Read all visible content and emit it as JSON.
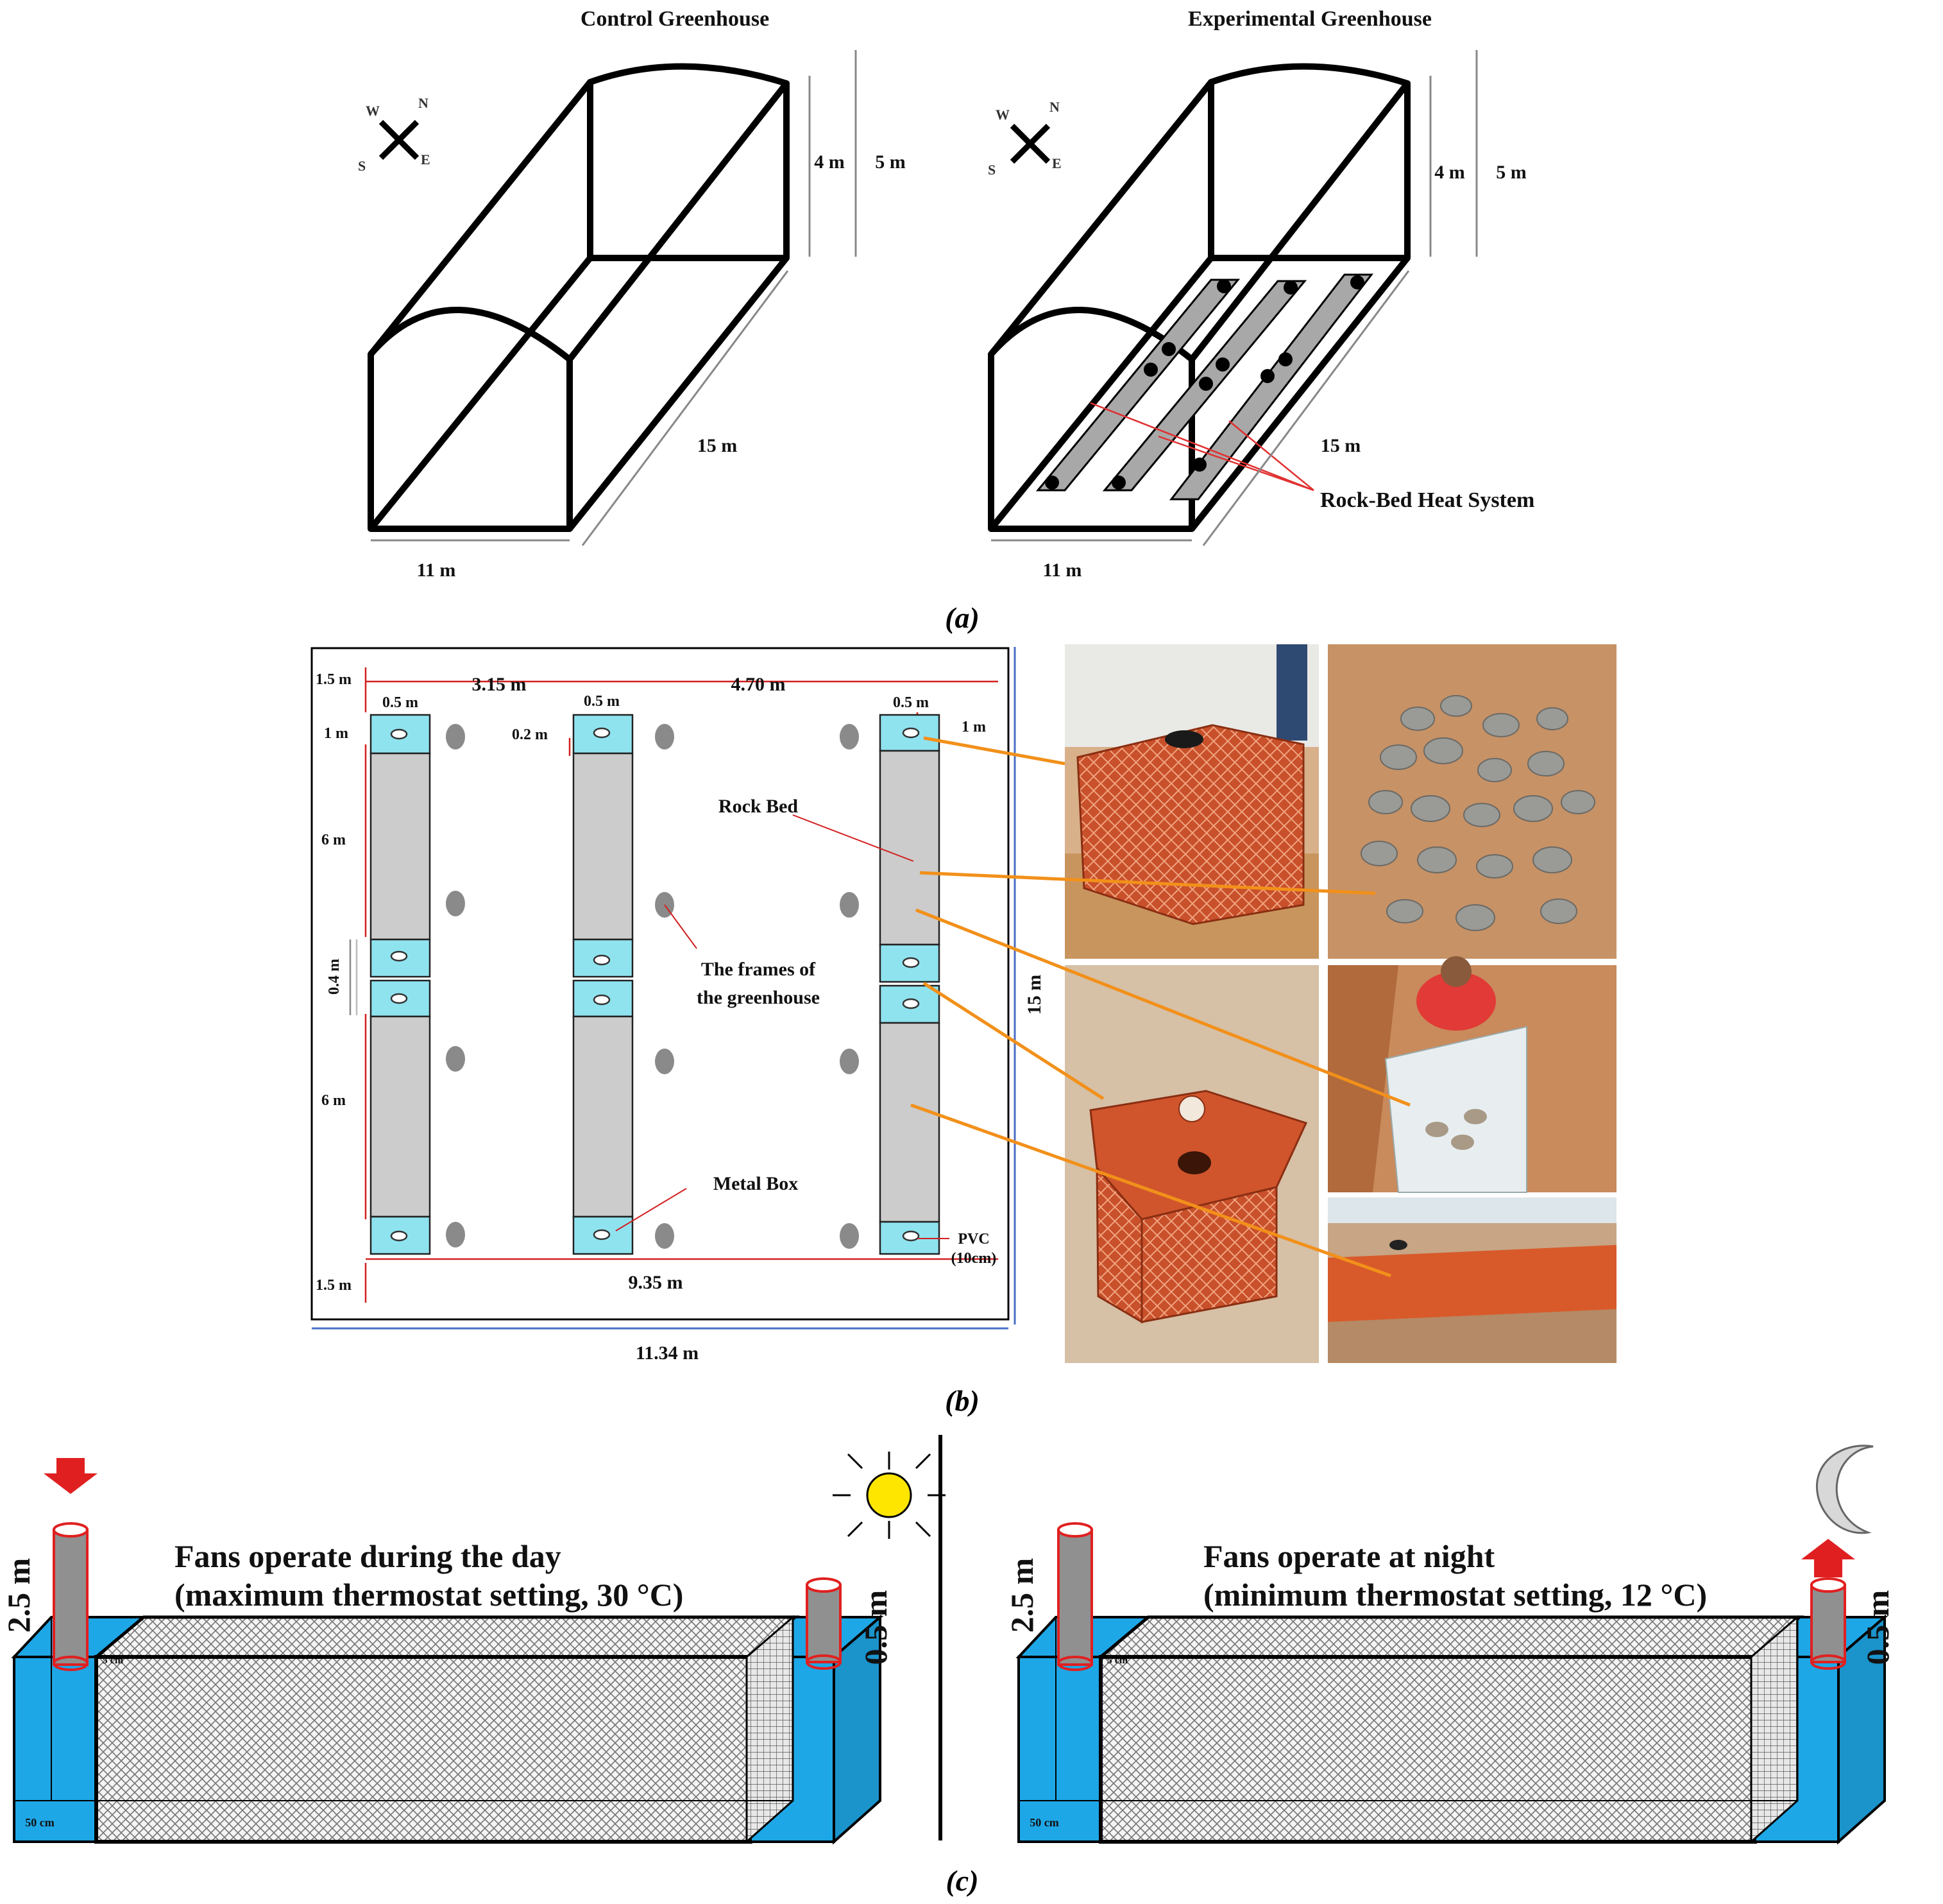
{
  "panel_a": {
    "caption_letter": "a",
    "control": {
      "title": "Control Greenhouse",
      "height_inner": "4 m",
      "height_outer": "5 m",
      "length": "15 m",
      "width": "11 m"
    },
    "experimental": {
      "title": "Experimental Greenhouse",
      "height_inner": "4 m",
      "height_outer": "5 m",
      "length": "15 m",
      "width": "11 m",
      "system_label": "Rock-Bed Heat System"
    },
    "compass": {
      "w": "W",
      "n": "N",
      "s": "S",
      "e": "E"
    }
  },
  "panel_b": {
    "caption_letter": "b",
    "top_margin": "1.5 m",
    "bottom_margin": "1.5 m",
    "spacing_left": "3.15 m",
    "spacing_right": "4.70 m",
    "bed_width_1": "0.5 m",
    "bed_width_2": "0.5 m",
    "bed_width_3": "0.5 m",
    "box_length_left": "1 m",
    "box_length_right": "1 m",
    "offset": "0.2 m",
    "segment_top": "6 m",
    "gap": "0.4 m",
    "segment_bottom": "6 m",
    "total_length": "15 m",
    "span": "9.35 m",
    "total_width": "11.34 m",
    "rock_bed_label": "Rock Bed",
    "frames_label_line1": "The frames of",
    "frames_label_line2": "the greenhouse",
    "metal_box_label": "Metal Box",
    "pvc_label_line1": "PVC",
    "pvc_label_line2": "(10cm)"
  },
  "panel_c": {
    "caption_letter": "c",
    "day": {
      "line1": "Fans operate during the day",
      "line2": "(maximum thermostat setting, 30 °C)",
      "tall_pipe": "2.5 m",
      "short_pipe": "0.5 m",
      "box_width": "50 cm",
      "gap": "5 cm"
    },
    "night": {
      "line1": "Fans operate at night",
      "line2": "(minimum thermostat setting, 12 °C)",
      "tall_pipe": "2.5 m",
      "short_pipe": "0.5 m",
      "box_width": "50 cm",
      "gap": "5 cm"
    }
  },
  "colors": {
    "metal_box": "#8fe3ef",
    "rock_bed": "#cccccc",
    "frame_post": "#8a8a8a",
    "red_dim": "#d22020",
    "blue_dim": "#4a6fc6",
    "orange_link": "#f2901a",
    "tank_blue": "#1ea7e6",
    "arrow_red": "#e02020",
    "sun": "#ffe600"
  }
}
